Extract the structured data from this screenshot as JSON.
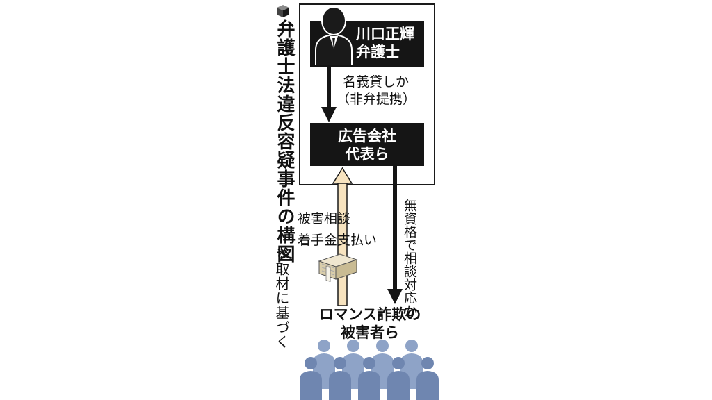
{
  "title": "弁護士法違反容疑事件の構図",
  "title_note": "※取材に基づく",
  "lawyer": {
    "name": "川口正輝",
    "title": "弁護士"
  },
  "relation_name_loan": {
    "line1": "名義貸しか",
    "line2": "（非弁提携）"
  },
  "company": {
    "line1": "広告会社",
    "line2": "代表ら"
  },
  "relation_client": {
    "line1": "被害相談",
    "line2": "着手金支払い"
  },
  "relation_unqualified": "無資格で相談対応か",
  "victims": {
    "line1": "ロマンス詐欺の",
    "line2": "被害者ら"
  },
  "colors": {
    "box_fill": "#151515",
    "up_arrow_fill": "#f7e3bf",
    "people_fill": "#8ea3c7",
    "people_fill_dark": "#6f86b0"
  },
  "icons": [
    "cube-icon",
    "lawyer-silhouette-icon",
    "money-bundle-icon",
    "people-crowd-icon"
  ]
}
